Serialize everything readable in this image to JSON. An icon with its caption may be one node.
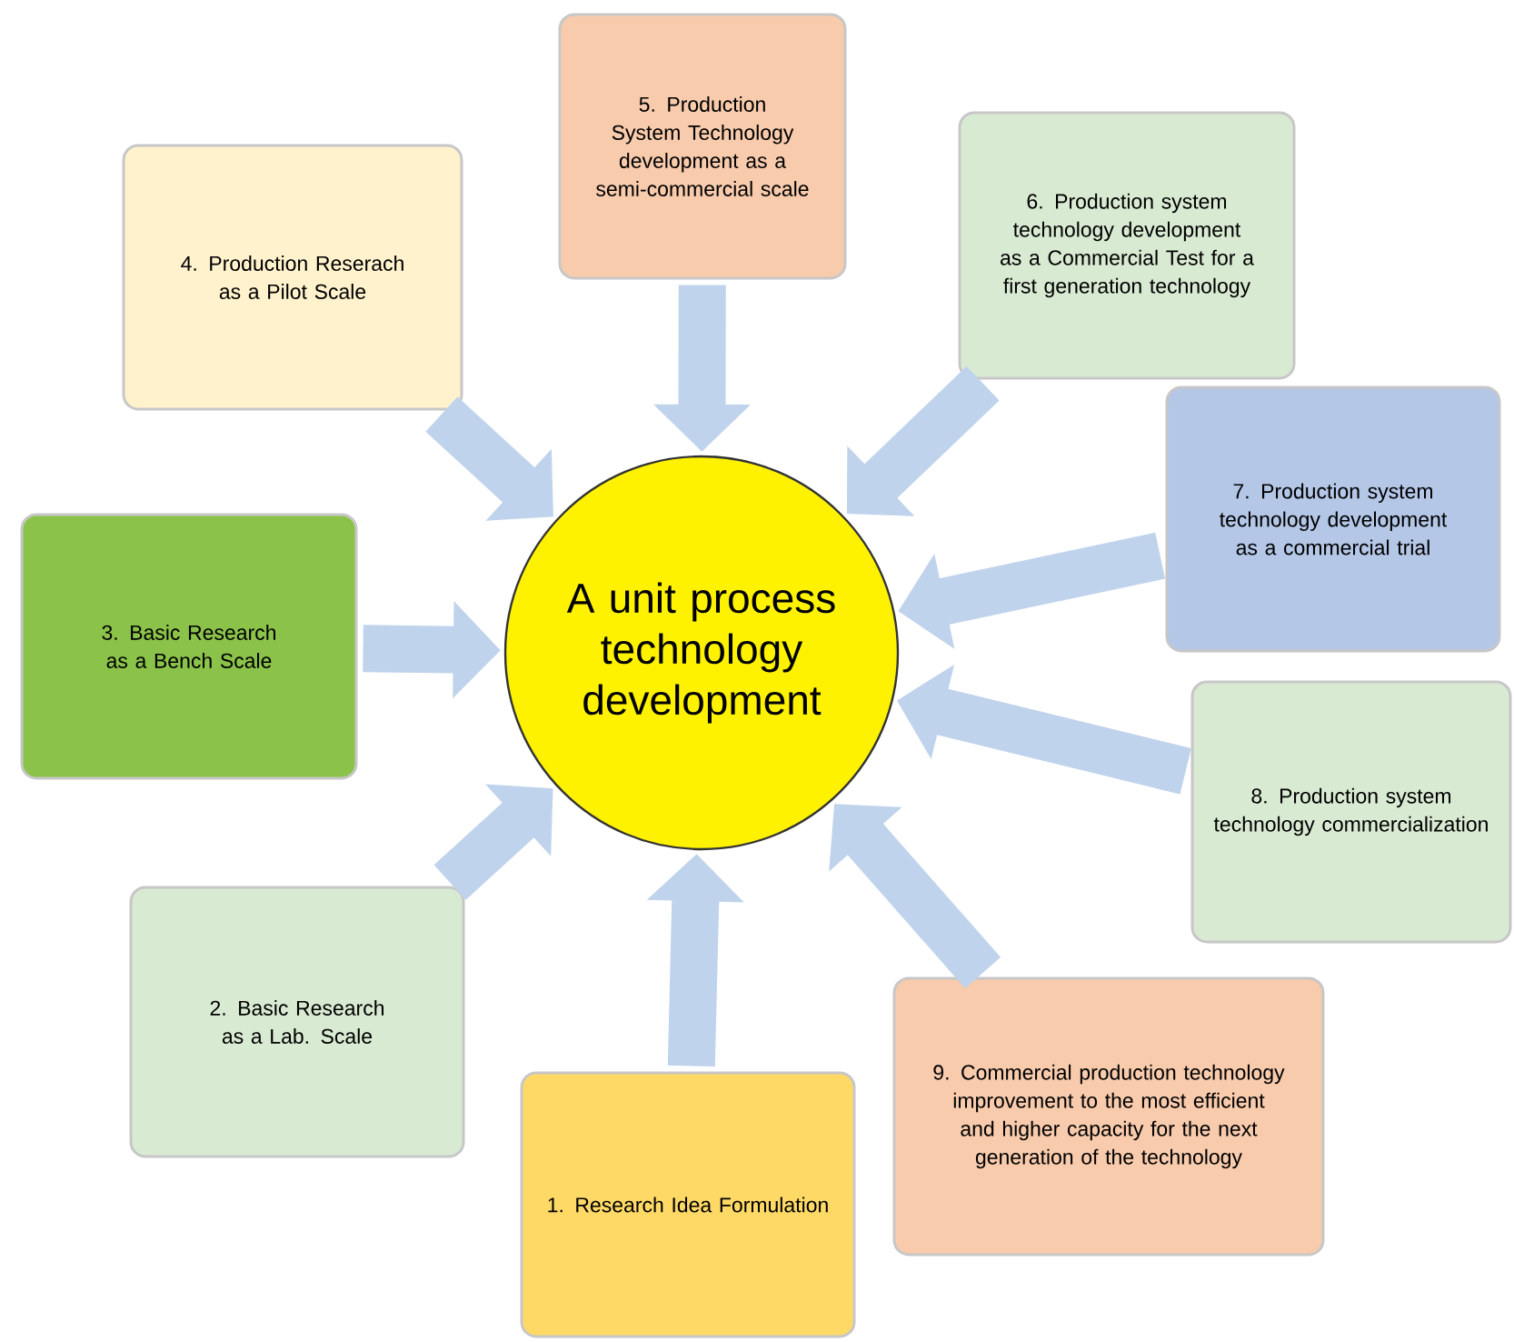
{
  "diagram": {
    "nodes": [
      {
        "text": [
          "A unit process technology development"
        ]
      },
      {
        "text": [
          "1. Research Idea Formulation"
        ]
      },
      {
        "text": [
          "2. Basic Research as a Lab. Scale"
        ]
      },
      {
        "text": [
          "3. Basic Research as a Bench Scale"
        ]
      },
      {
        "text": [
          "4. Production Reserach as a Pilot Scale"
        ]
      },
      {
        "text": [
          "5. Production System Technology development as a semi-commercial scale"
        ]
      },
      {
        "text": [
          "6. Production system technology development as a Commercial Test for a first generation technology"
        ]
      },
      {
        "text": [
          "7. Production system technology development as a commercial trial"
        ]
      },
      {
        "text": [
          "8. Production system technology commercialization"
        ]
      },
      {
        "text": [
          "9. Commercial production technology improvement to the most efficient and higher capacity for the next generation of the technology"
        ]
      }
    ],
    "edges": [
      {
        "from": 1,
        "to": 0,
        "arrow": "to"
      },
      {
        "from": 2,
        "to": 0,
        "arrow": "to"
      },
      {
        "from": 3,
        "to": 0,
        "arrow": "to"
      },
      {
        "from": 4,
        "to": 0,
        "arrow": "to"
      },
      {
        "from": 5,
        "to": 0,
        "arrow": "to"
      },
      {
        "from": 6,
        "to": 0,
        "arrow": "to"
      },
      {
        "from": 7,
        "to": 0,
        "arrow": "to"
      },
      {
        "from": 8,
        "to": 0,
        "arrow": "to"
      },
      {
        "from": 9,
        "to": 0,
        "arrow": "to"
      }
    ]
  }
}
